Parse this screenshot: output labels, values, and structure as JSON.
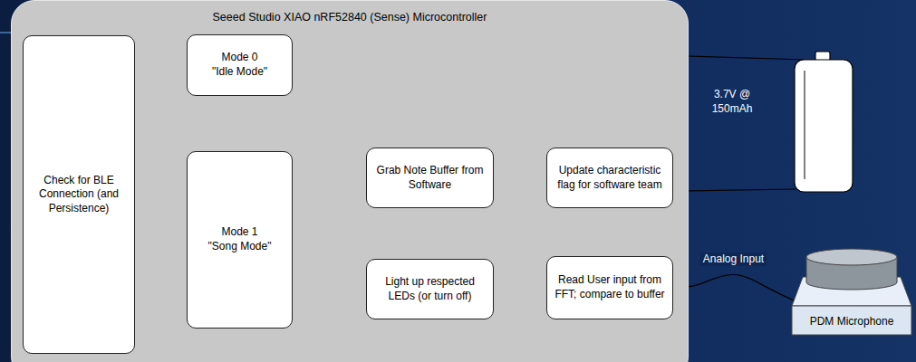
{
  "diagram": {
    "nodes": [
      {
        "text": [
          "Seeed Studio XIAO nRF52840 (Sense) Microcontroller"
        ]
      },
      {
        "text": [
          "Check for BLE Connection (and Persistence)"
        ],
        "in": 0
      },
      {
        "text": [
          "Mode 0",
          "\"Idle Mode\""
        ],
        "in": 0
      },
      {
        "text": [
          "Mode 1",
          "\"Song Mode\""
        ],
        "in": 0
      },
      {
        "text": [
          "Grab Note Buffer from Software"
        ],
        "in": 0
      },
      {
        "text": [
          "Update characteristic flag for software team"
        ],
        "in": 0
      },
      {
        "text": [
          "Light up respected LEDs (or turn off)"
        ],
        "in": 0
      },
      {
        "text": [
          "Read User input from FFT; compare to buffer"
        ],
        "in": 0
      },
      {
        "text": [
          "PDM Microphone"
        ]
      }
    ],
    "edges": [
      {
        "from": 1,
        "to": 2,
        "arrow": "to"
      },
      {
        "from": 2,
        "to": 3,
        "arrow": "both"
      },
      {
        "from": 3,
        "to": 4,
        "arrow": "to"
      },
      {
        "from": 3,
        "to": 6,
        "arrow": "both"
      },
      {
        "from": 5,
        "to": 4,
        "arrow": "to"
      },
      {
        "from": 4,
        "to": 6,
        "arrow": "to"
      },
      {
        "from": 6,
        "to": 7,
        "arrow": "to"
      },
      {
        "from": 7,
        "to": 5,
        "arrow": "to"
      },
      {
        "from": 8,
        "to": 7,
        "label": "Analog Input",
        "arrow": "to"
      }
    ],
    "labels": [
      "3.7V @ 150mAh"
    ]
  }
}
